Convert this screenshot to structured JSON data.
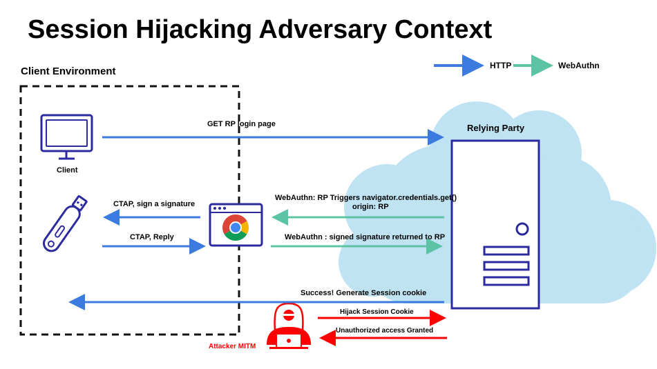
{
  "title": "Session Hijacking Adversary Context",
  "legend": {
    "http": "HTTP",
    "webauthn": "WebAuthn"
  },
  "sections": {
    "client_environment": "Client Environment",
    "relying_party": "Relying Party"
  },
  "nodes": {
    "client": "Client",
    "attacker": "Attacker MITM"
  },
  "messages": {
    "get_login": "GET RP login page",
    "ctap_sign": "CTAP, sign a signature",
    "ctap_reply": "CTAP, Reply",
    "webauthn_trigger_line1": "WebAuthn: RP Triggers navigator.credentials.get()",
    "webauthn_trigger_line2": "origin: RP",
    "webauthn_signed": "WebAuthn : signed signature returned to RP",
    "success_cookie": "Success! Generate Session cookie",
    "hijack_cookie": "Hijack Session Cookie",
    "unauthorized_access": "Unauthorized access Granted"
  },
  "colors": {
    "http": "#3b7be0",
    "webauthn": "#5cc4a4",
    "attack": "#ff0000",
    "cloud": "#bfe3f2",
    "server": "#2a2a9e"
  }
}
